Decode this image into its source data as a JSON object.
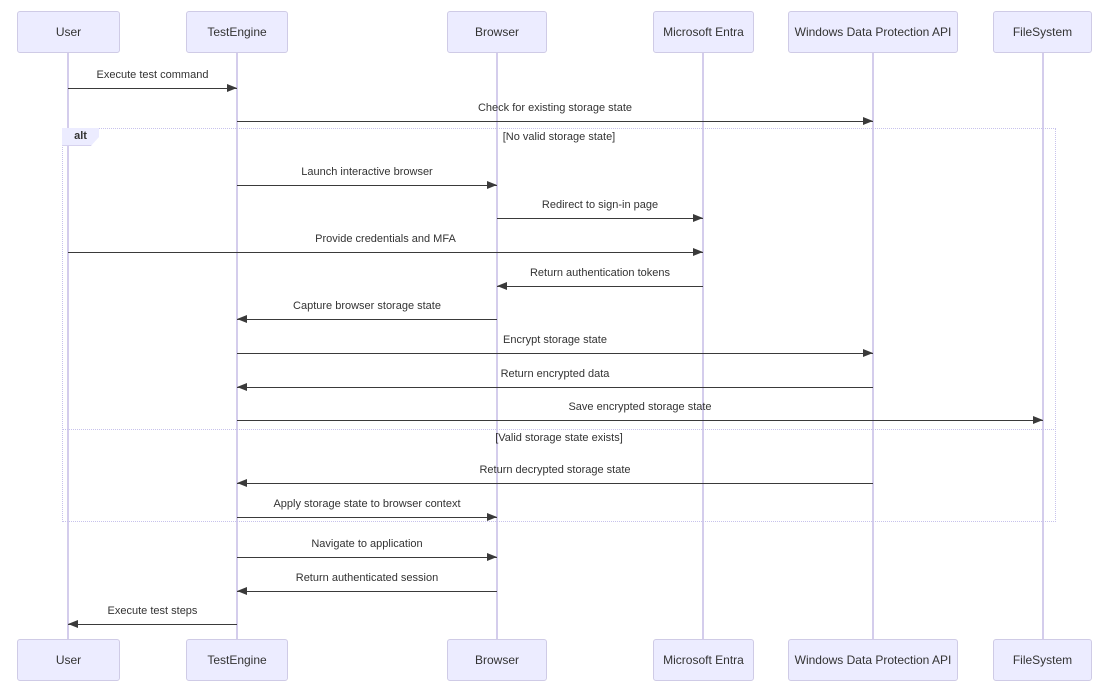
{
  "participants": [
    {
      "name": "User"
    },
    {
      "name": "TestEngine"
    },
    {
      "name": "Browser"
    },
    {
      "name": "Microsoft Entra"
    },
    {
      "name": "Windows Data Protection API"
    },
    {
      "name": "FileSystem"
    }
  ],
  "alt": {
    "label": "alt",
    "branches": [
      {
        "condition": "[No valid storage state]"
      },
      {
        "condition": "[Valid storage state exists]"
      }
    ]
  },
  "messages": [
    {
      "from": "User",
      "to": "TestEngine",
      "label": "Execute test command"
    },
    {
      "from": "TestEngine",
      "to": "Windows Data Protection API",
      "label": "Check for existing storage state"
    },
    {
      "from": "TestEngine",
      "to": "Browser",
      "label": "Launch interactive browser"
    },
    {
      "from": "Browser",
      "to": "Microsoft Entra",
      "label": "Redirect to sign-in page"
    },
    {
      "from": "User",
      "to": "Microsoft Entra",
      "label": "Provide credentials and MFA"
    },
    {
      "from": "Microsoft Entra",
      "to": "Browser",
      "label": "Return authentication tokens"
    },
    {
      "from": "Browser",
      "to": "TestEngine",
      "label": "Capture browser storage state"
    },
    {
      "from": "TestEngine",
      "to": "Windows Data Protection API",
      "label": "Encrypt storage state"
    },
    {
      "from": "Windows Data Protection API",
      "to": "TestEngine",
      "label": "Return encrypted data"
    },
    {
      "from": "TestEngine",
      "to": "FileSystem",
      "label": "Save encrypted storage state"
    },
    {
      "from": "Windows Data Protection API",
      "to": "TestEngine",
      "label": "Return decrypted storage state"
    },
    {
      "from": "TestEngine",
      "to": "Browser",
      "label": "Apply storage state to browser context"
    },
    {
      "from": "TestEngine",
      "to": "Browser",
      "label": "Navigate to application"
    },
    {
      "from": "Browser",
      "to": "TestEngine",
      "label": "Return authenticated session"
    },
    {
      "from": "TestEngine",
      "to": "User",
      "label": "Execute test steps"
    }
  ],
  "colors": {
    "actor_fill": "#ECECFF",
    "actor_border": "#CFCBE6",
    "lifeline": "#D4CDEC",
    "arrow": "#3A3A3A",
    "frame_border": "#C7C2EC",
    "text": "#333333"
  }
}
